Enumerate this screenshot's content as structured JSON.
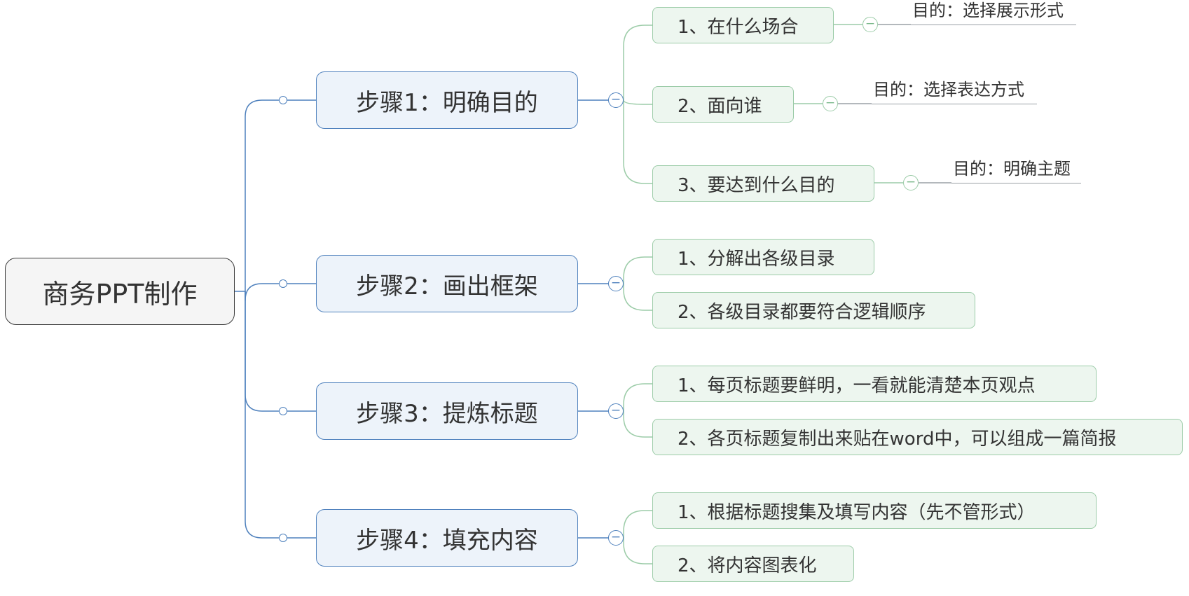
{
  "root": {
    "label": "商务PPT制作"
  },
  "steps": [
    {
      "label": "步骤1：明确目的",
      "toggle": "−",
      "children": [
        {
          "label": "1、在什么场合",
          "toggle": "−",
          "note": "目的：选择展示形式"
        },
        {
          "label": "2、面向谁",
          "toggle": "−",
          "note": "目的：选择表达方式"
        },
        {
          "label": "3、要达到什么目的",
          "toggle": "−",
          "note": "目的：明确主题"
        }
      ]
    },
    {
      "label": "步骤2：画出框架",
      "toggle": "−",
      "children": [
        {
          "label": "1、分解出各级目录"
        },
        {
          "label": "2、各级目录都要符合逻辑顺序"
        }
      ]
    },
    {
      "label": "步骤3：提炼标题",
      "toggle": "−",
      "children": [
        {
          "label": "1、每页标题要鲜明，一看就能清楚本页观点"
        },
        {
          "label": "2、各页标题复制出来贴在word中，可以组成一篇简报"
        }
      ]
    },
    {
      "label": "步骤4：填充内容",
      "toggle": "−",
      "children": [
        {
          "label": "1、根据标题搜集及填写内容（先不管形式）"
        },
        {
          "label": "2、将内容图表化"
        }
      ]
    }
  ],
  "colors": {
    "root_border": "#3a3a3a",
    "step_border": "#4f81bd",
    "step_fill": "#edf3fa",
    "sub_border": "#9ccca8",
    "sub_fill": "#edf6ef"
  }
}
